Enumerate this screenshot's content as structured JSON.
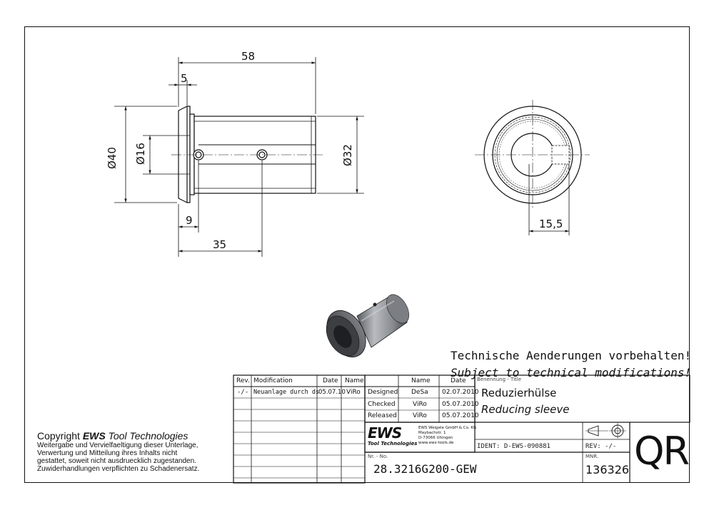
{
  "dimensions": {
    "overall_length": "58",
    "flange_width": "5",
    "flange_dia": "Ø40",
    "bore_dia": "Ø16",
    "shank_dia": "Ø32",
    "first_hole_pos": "9",
    "second_hole_pos": "35",
    "end_view_width": "15,5"
  },
  "notice": {
    "de": "Technische Aenderungen vorbehalten!",
    "en": "Subject to technical modifications!"
  },
  "revision_table": {
    "headers": [
      "Rev.",
      "Modification",
      "Date",
      "Name"
    ],
    "rows": [
      {
        "rev": "-/-",
        "modification": "Neuanlage durch ds",
        "date": "05.07.10",
        "name": "ViRo"
      }
    ]
  },
  "approval_table": {
    "headers": [
      "",
      "Name",
      "Date"
    ],
    "rows": [
      {
        "role": "Designed",
        "name": "DeSa",
        "date": "02.07.2010"
      },
      {
        "role": "Checked",
        "name": "ViRo",
        "date": "05.07.2010"
      },
      {
        "role": "Released",
        "name": "ViRo",
        "date": "05.07.2010"
      }
    ]
  },
  "title_block": {
    "benennung_label": "Benennung - Title",
    "title_de": "Reduzierhülse",
    "title_en": "Reducing sleeve",
    "ident": "IDENT: D-EWS-090881",
    "rev": "REV: -/-",
    "nr_label": "Nr. - No.",
    "part_no": "28.3216G200-GEW",
    "mnr_label": "MNR.",
    "mnr": "136326",
    "code": "QR"
  },
  "company": {
    "logo_text": "EWS",
    "logo_sub": "Tool Technologies",
    "name_line": "EWS Weigele GmbH & Co. KG",
    "street": "Maybachstr. 1",
    "city": "D-73066 Uhingen",
    "web": "www.ews-tools.de"
  },
  "copyright": {
    "prefix": "Copyright ",
    "brand": "EWS",
    "suffix": " Tool Technologies",
    "lines": [
      "Weitergabe und Vervielfaeltigung dieser Unterlage,",
      "Verwertung und Mitteilung ihres Inhalts nicht",
      "gestattet, soweit nicht ausdruecklich zugestanden.",
      "Zuwiderhandlungen verpflichten zu Schadenersatz."
    ]
  },
  "colors": {
    "line": "#111111",
    "part_body": "#8a8d92",
    "part_dark": "#2a2b2e"
  }
}
